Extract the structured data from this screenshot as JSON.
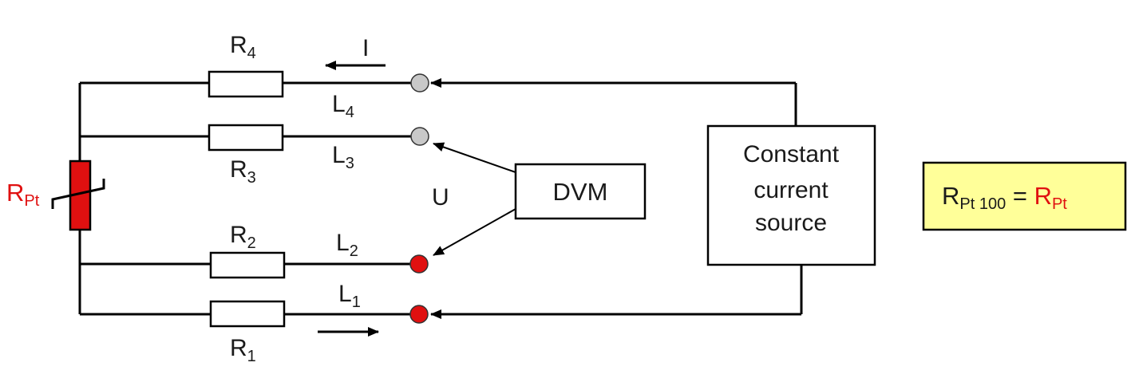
{
  "diagram": {
    "resistors": {
      "r4": {
        "main": "R",
        "sub": "4"
      },
      "r3": {
        "main": "R",
        "sub": "3"
      },
      "r2": {
        "main": "R",
        "sub": "2"
      },
      "r1": {
        "main": "R",
        "sub": "1"
      }
    },
    "leads": {
      "l4": {
        "main": "L",
        "sub": "4"
      },
      "l3": {
        "main": "L",
        "sub": "3"
      },
      "l2": {
        "main": "L",
        "sub": "2"
      },
      "l1": {
        "main": "L",
        "sub": "1"
      }
    },
    "current_label": "I",
    "voltage_label": "U",
    "rpt_label": {
      "main": "R",
      "sub": "Pt"
    },
    "dvm_label": "DVM",
    "source_label_lines": [
      "Constant",
      "current",
      "source"
    ],
    "formula": {
      "lhs_main": "R",
      "lhs_sub": "Pt 100",
      "eq": " = ",
      "rhs_main": "R",
      "rhs_sub": "Pt"
    },
    "colors": {
      "wire": "#000000",
      "sensor_red": "#e01010",
      "terminal_grey": "#c8c8c8",
      "terminal_red": "#e01010",
      "formula_bg": "#ffff99",
      "label_red": "#e01010"
    }
  }
}
